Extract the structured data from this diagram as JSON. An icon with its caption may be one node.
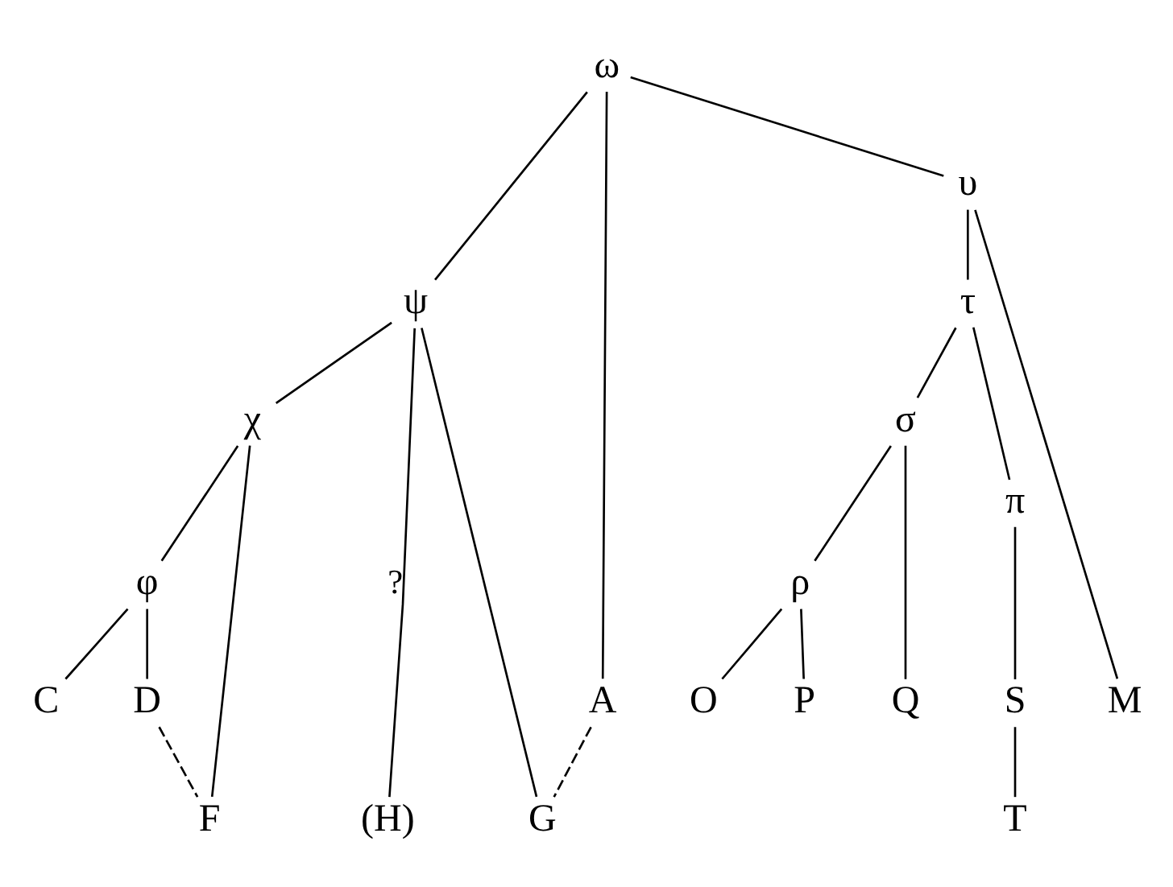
{
  "diagram": {
    "nodes": [
      {
        "text": [
          "ω"
        ]
      },
      {
        "text": [
          "ψ"
        ]
      },
      {
        "text": [
          "χ"
        ]
      },
      {
        "text": [
          "φ"
        ]
      },
      {
        "text": [
          "C"
        ]
      },
      {
        "text": [
          "D"
        ]
      },
      {
        "text": [
          "A"
        ]
      },
      {
        "text": [
          "υ"
        ]
      },
      {
        "text": [
          "τ"
        ]
      },
      {
        "text": [
          "σ"
        ]
      },
      {
        "text": [
          "π"
        ]
      },
      {
        "text": [
          "ρ"
        ]
      },
      {
        "text": [
          "O"
        ]
      },
      {
        "text": [
          "P"
        ]
      },
      {
        "text": [
          "Q"
        ]
      },
      {
        "text": [
          "S"
        ]
      },
      {
        "text": [
          "M"
        ]
      },
      {
        "text": [
          "(H)"
        ]
      },
      {
        "text": [
          "F"
        ]
      },
      {
        "text": [
          "G"
        ]
      },
      {
        "text": [
          "T"
        ]
      }
    ],
    "edges": [
      {
        "from": 0,
        "to": 1,
        "arrow": "none"
      },
      {
        "from": 0,
        "to": 6,
        "arrow": "none"
      },
      {
        "from": 0,
        "to": 7,
        "arrow": "none"
      },
      {
        "from": 1,
        "to": 17,
        "arrow": "none",
        "label": "?"
      },
      {
        "from": 1,
        "to": 2,
        "arrow": "none"
      },
      {
        "from": 1,
        "to": 19,
        "arrow": "none"
      },
      {
        "from": 2,
        "to": 3,
        "arrow": "none"
      },
      {
        "from": 2,
        "to": 18,
        "arrow": "none"
      },
      {
        "from": 3,
        "to": 4,
        "arrow": "none"
      },
      {
        "from": 3,
        "to": 5,
        "arrow": "none"
      },
      {
        "from": 5,
        "to": 18,
        "arrow": "none",
        "style": "dashed"
      },
      {
        "from": 6,
        "to": 19,
        "arrow": "none",
        "style": "dashed"
      },
      {
        "from": 7,
        "to": 8,
        "arrow": "none"
      },
      {
        "from": 7,
        "to": 16,
        "arrow": "none"
      },
      {
        "from": 8,
        "to": 9,
        "arrow": "none"
      },
      {
        "from": 8,
        "to": 10,
        "arrow": "none"
      },
      {
        "from": 9,
        "to": 11,
        "arrow": "none"
      },
      {
        "from": 9,
        "to": 14,
        "arrow": "none"
      },
      {
        "from": 11,
        "to": 12,
        "arrow": "none"
      },
      {
        "from": 11,
        "to": 13,
        "arrow": "none"
      },
      {
        "from": 10,
        "to": 15,
        "arrow": "none"
      },
      {
        "from": 15,
        "to": 20,
        "arrow": "none"
      }
    ]
  }
}
